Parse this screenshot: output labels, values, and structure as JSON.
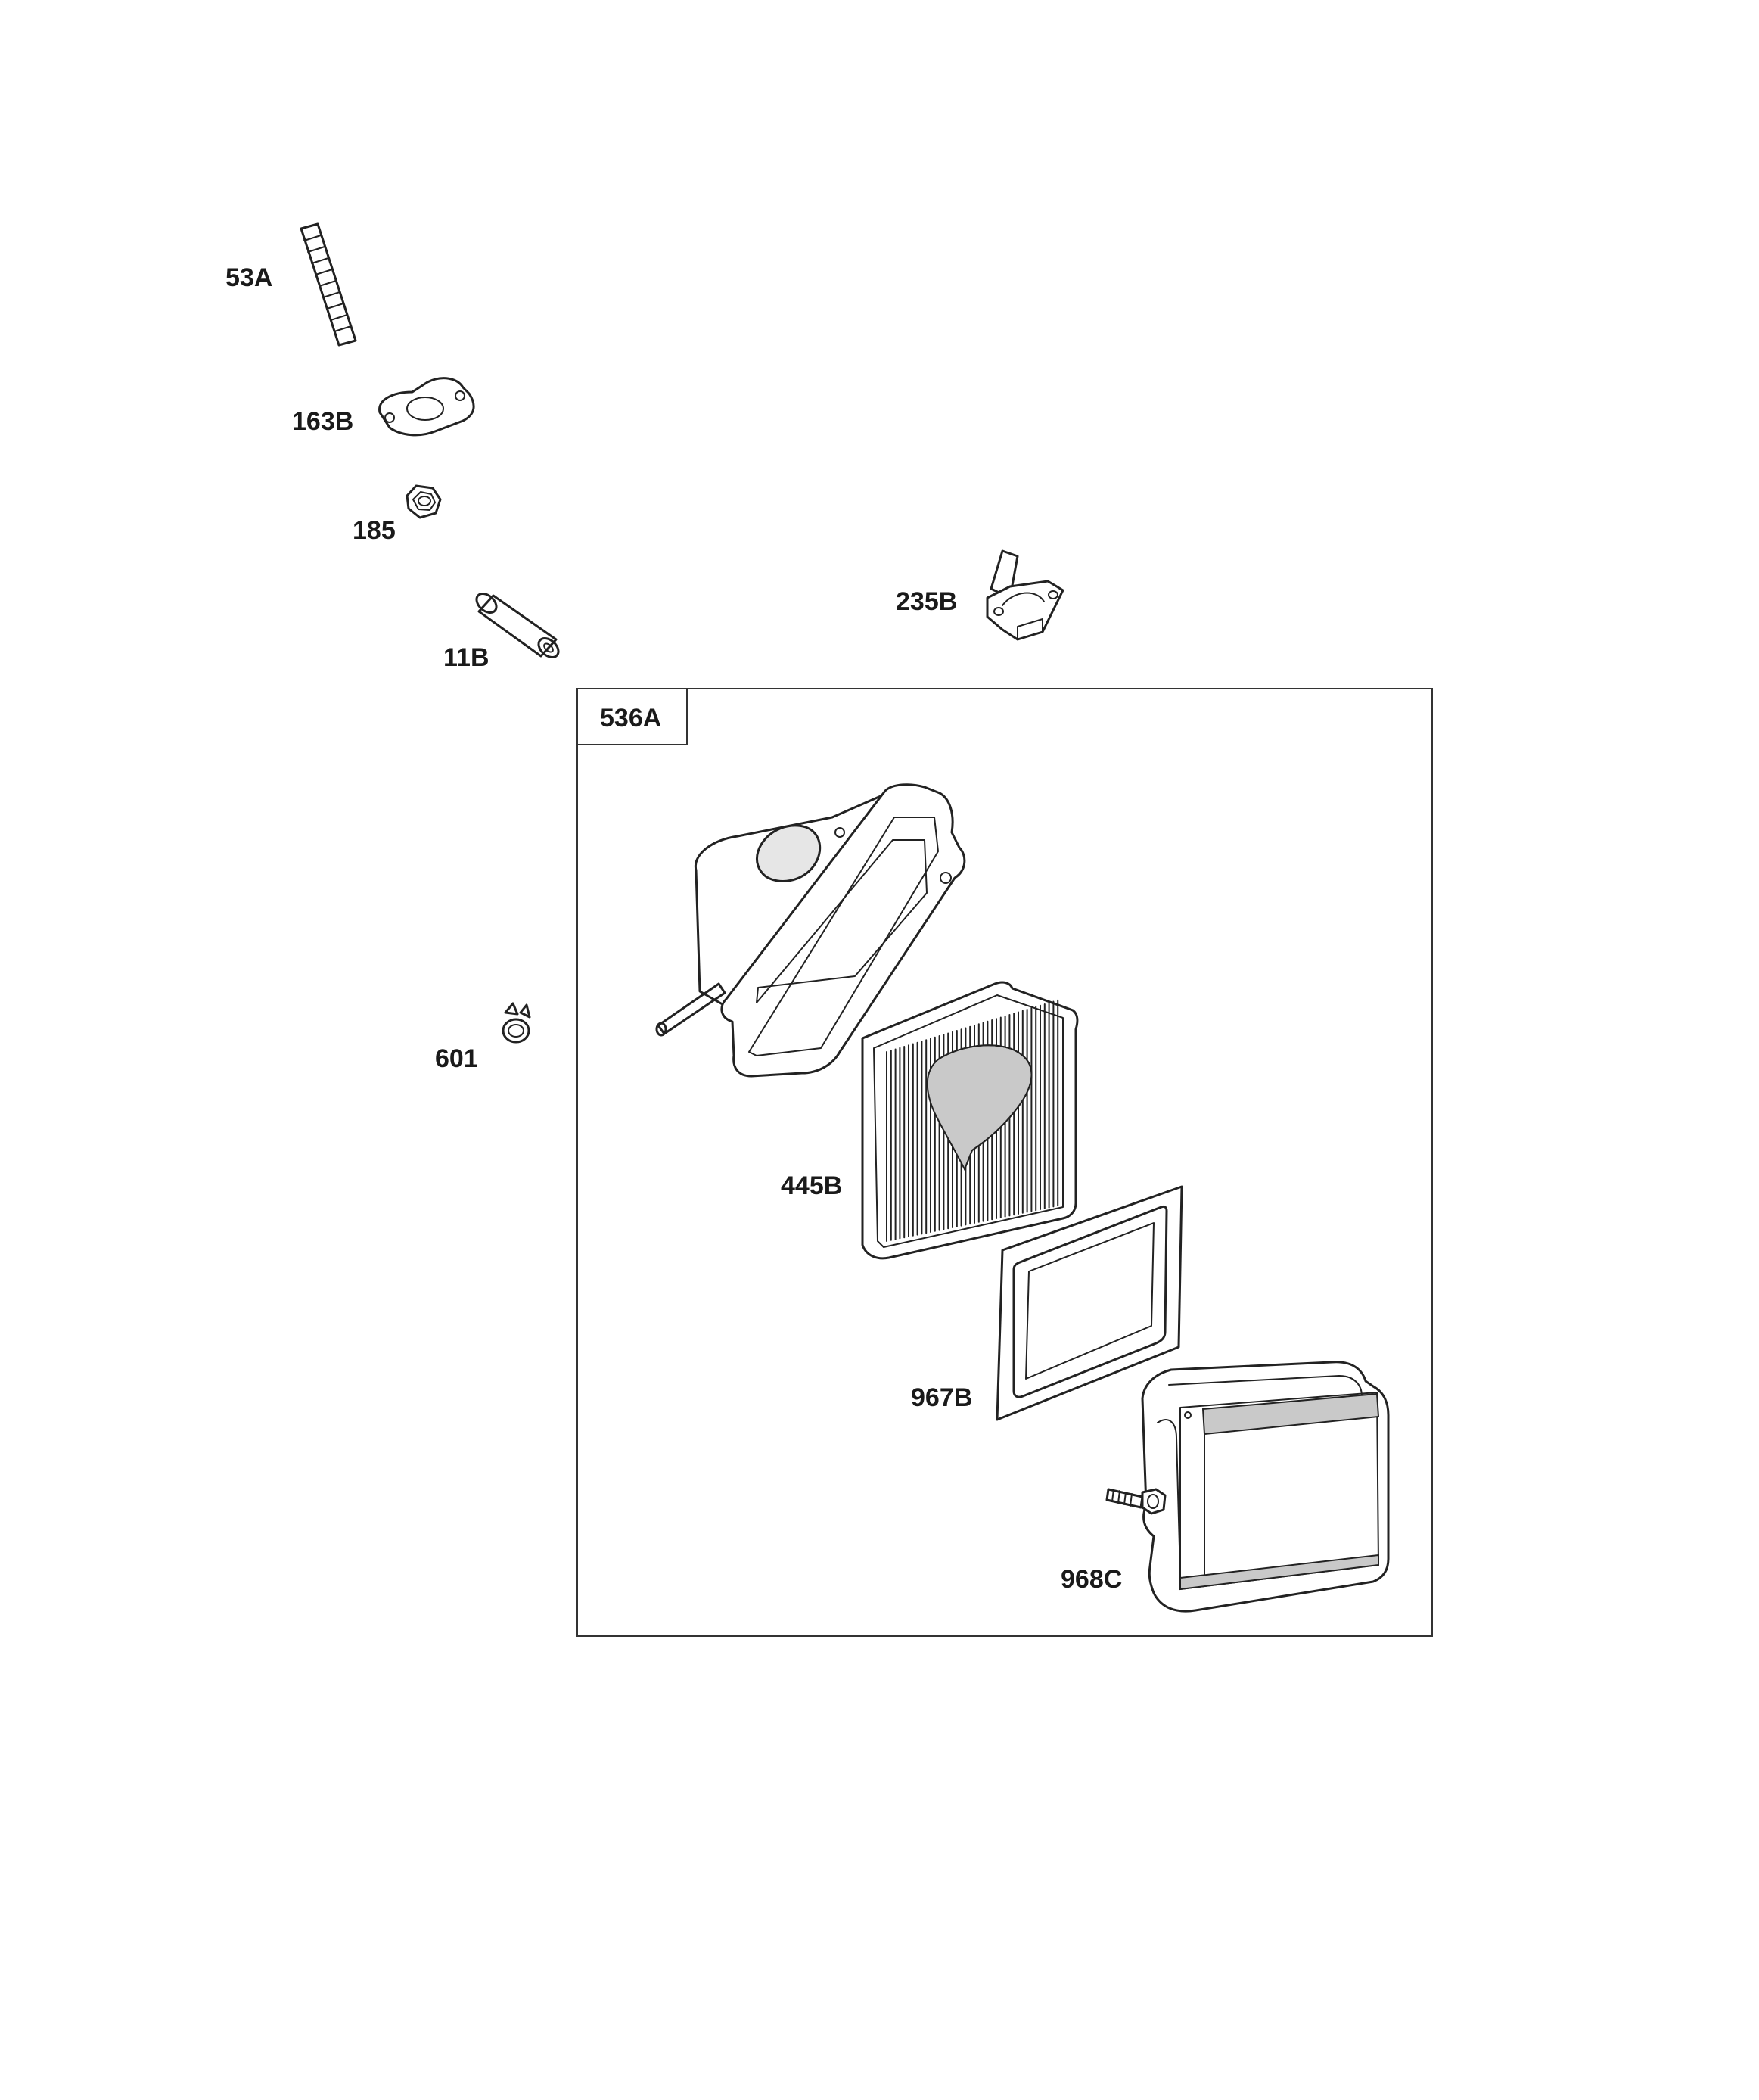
{
  "parts": [
    {
      "id": "stud",
      "label": "53A"
    },
    {
      "id": "gasket",
      "label": "163B"
    },
    {
      "id": "nut",
      "label": "185"
    },
    {
      "id": "tube",
      "label": "11B"
    },
    {
      "id": "bracket",
      "label": "235B"
    },
    {
      "id": "clamp",
      "label": "601"
    },
    {
      "id": "filter",
      "label": "445B"
    },
    {
      "id": "seal",
      "label": "967B"
    },
    {
      "id": "cover",
      "label": "968C"
    }
  ],
  "kit": {
    "label": "536A"
  }
}
